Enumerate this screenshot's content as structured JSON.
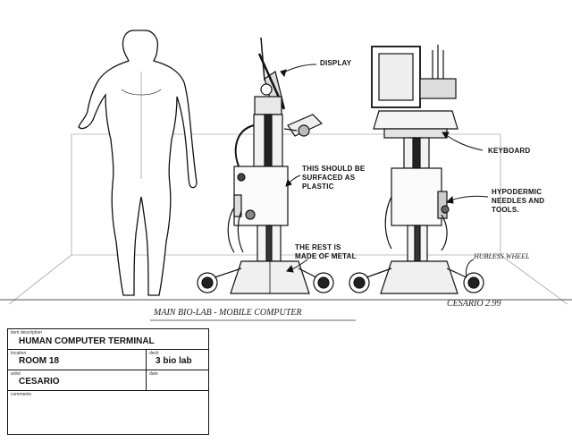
{
  "callouts": {
    "display": "DISPLAY",
    "keyboard": "KEYBOARD",
    "surfaced_plastic": "THIS SHOULD BE\nSURFACED AS\nPLASTIC",
    "hypodermic": "HYPODERMIC\nNEEDLES AND\nTOOLS.",
    "rest_metal": "THE REST IS\nMADE OF METAL",
    "hubless_wheel": "HUBLESS WHEEL"
  },
  "handwriting": {
    "caption": "MAIN BIO-LAB - MOBILE COMPUTER",
    "signature": "CESARIO 2.99"
  },
  "title_block": {
    "item_description_label": "item description",
    "item_description": "HUMAN COMPUTER TERMINAL",
    "location_label": "location",
    "location": "ROOM 18",
    "deck_label": "deck",
    "deck": "3 bio lab",
    "artist_label": "artist",
    "artist": "CESARIO",
    "date_label": "date",
    "date": "",
    "comments_label": "comments",
    "comments": ""
  }
}
